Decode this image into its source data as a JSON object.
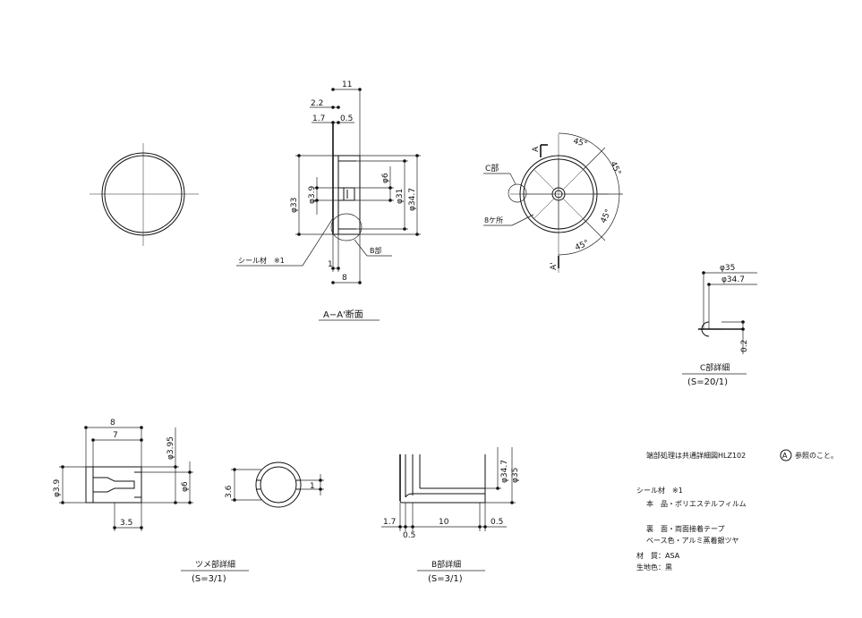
{
  "colors": {
    "ink": "#111111",
    "paper": "#ffffff"
  },
  "section_aa": {
    "dims": {
      "d11": "11",
      "d2_2": "2.2",
      "d1_7": "1.7",
      "d0_5": "0.5",
      "phi6": "φ6",
      "phi31": "φ31",
      "phi34_7": "φ34.7",
      "phi33": "φ33",
      "phi3_9": "φ3.9",
      "d1": "1",
      "d8": "8"
    },
    "seal_label": "シール材　※1",
    "b_label": "B部",
    "caption": "A−A'断面"
  },
  "front_view": {
    "c_label": "C部",
    "holes_label": "8ケ所",
    "angle_labels": [
      "45°",
      "45°",
      "45°",
      "45°"
    ],
    "section_mark_top": "A",
    "section_mark_bottom": "A'"
  },
  "detail_c": {
    "dims": {
      "phi35": "φ35",
      "phi34_7": "φ34.7",
      "d0_2": "0.2"
    },
    "caption": "C部詳細",
    "scale": "(S=20/1)"
  },
  "detail_tsume": {
    "dims": {
      "d8": "8",
      "d7": "7",
      "phi3_95": "φ3.95",
      "phi6": "φ6",
      "phi3_9": "φ3.9",
      "d3_5": "3.5"
    },
    "caption": "ツメ部詳細",
    "scale": "(S=3/1)"
  },
  "detail_ring": {
    "dims": {
      "d3_6": "3.6",
      "d1": "1"
    }
  },
  "detail_b": {
    "dims": {
      "phi34_7": "φ34.7",
      "phi35": "φ35",
      "d1_7": "1.7",
      "d10": "10",
      "d0_5a": "0.5",
      "d0_5b": "0.5"
    },
    "caption": "B部詳細",
    "scale": "(S=3/1)"
  },
  "notes": {
    "edge": "端部処理は共通詳細図HLZ102",
    "edge_circle": "A",
    "edge_tail": "参照のこと。",
    "seal_title": "シール材　※1",
    "main_body": "本　品・ポリエステルフィルム",
    "back_face": "裏　面・両面接着テープ",
    "base_color": "ベース色・アルミ蒸着銀ツヤ",
    "material": "材　質：ASA",
    "ground_color": "生地色：黒"
  }
}
